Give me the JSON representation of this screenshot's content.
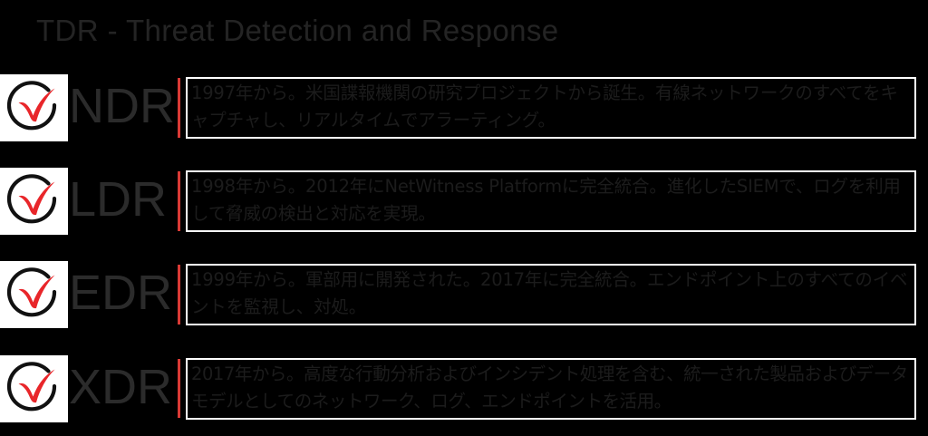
{
  "slide": {
    "title": "TDR - Threat Detection and Response",
    "background_color": "#000000",
    "title_color": "#242424",
    "accent_color": "#d93a35",
    "box_border_color": "#ffffff",
    "body_text_color": "#1c1c1c",
    "icon_tile_color": "#ffffff"
  },
  "rows": [
    {
      "acronym": "NDR",
      "icon": "circle-check-icon",
      "description": "1997年から。米国諜報機関の研究プロジェクトから誕生。有線ネットワークのすべてをキャプチャし、リアルタイムでアラーティング。"
    },
    {
      "acronym": "LDR",
      "icon": "circle-check-icon",
      "description": "1998年から。2012年にNetWitness Platformに完全統合。進化したSIEMで、ログを利用して脅威の検出と対応を実現。"
    },
    {
      "acronym": "EDR",
      "icon": "circle-check-icon",
      "description": "1999年から。軍部用に開発された。2017年に完全統合。エンドポイント上のすべてのイベントを監視し、対処。"
    },
    {
      "acronym": "XDR",
      "icon": "circle-check-icon",
      "description": "2017年から。高度な行動分析およびインシデント処理を含む、統一された製品およびデータモデルとしてのネットワーク、ログ、エンドポイントを活用。"
    }
  ]
}
